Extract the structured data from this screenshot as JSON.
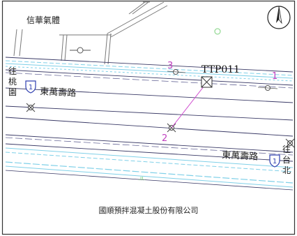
{
  "map": {
    "building_label": "信華氣體",
    "station_label": "TTP011",
    "road_name_west": "東萬壽路",
    "road_name_east": "東萬壽路",
    "route_shield": "1",
    "direction_west": "往桃園",
    "direction_east": "往台北",
    "point_labels": [
      "1",
      "2",
      "3"
    ],
    "company_label": "國順預拌混凝土股份有限公司",
    "north_arrow_letter": "N"
  },
  "colors": {
    "road_line": "#3a3a66",
    "canal": "#7fd0e8",
    "survey_line": "#d050d0",
    "route_badge": "#3040b0",
    "building_line": "#777777",
    "green_marker": "#7bd07b"
  }
}
